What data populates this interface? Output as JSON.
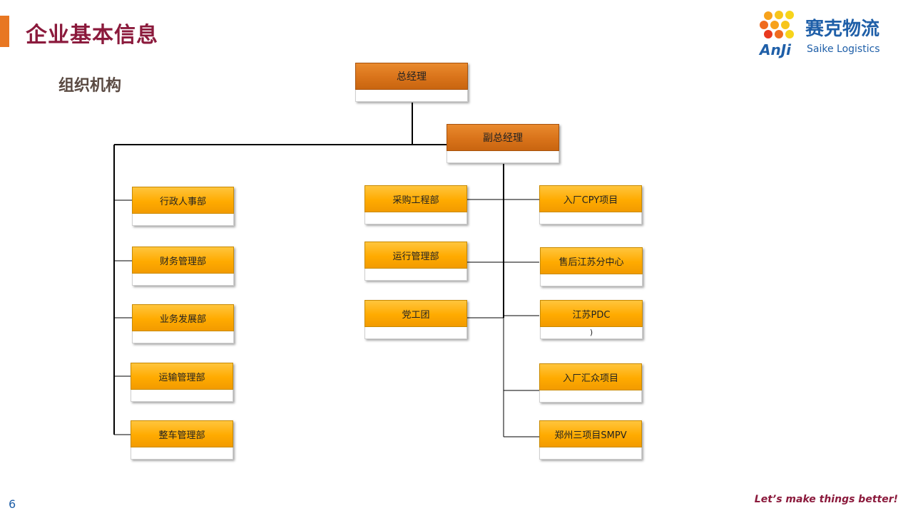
{
  "header": {
    "title": "企业基本信息",
    "section": "组织机构",
    "accent_color": "#e87722",
    "title_color": "#8b1a3c"
  },
  "logo": {
    "cn": "赛克物流",
    "anji": "AnJi",
    "en": "Saike Logistics"
  },
  "footer": {
    "page_number": "6",
    "tagline": "Let’s make things better!"
  },
  "org": {
    "gm": {
      "title": "总经理",
      "sub": ""
    },
    "deputy": {
      "title": "副总经理",
      "sub": ""
    },
    "left_departments": [
      {
        "title": "行政人事部",
        "sub": ""
      },
      {
        "title": "财务管理部",
        "sub": ""
      },
      {
        "title": "业务发展部",
        "sub": ""
      },
      {
        "title": "运输管理部",
        "sub": ""
      },
      {
        "title": "整车管理部",
        "sub": ""
      }
    ],
    "middle_departments": [
      {
        "title": "采购工程部",
        "sub": ""
      },
      {
        "title": "运行管理部",
        "sub": ""
      },
      {
        "title": "党工团",
        "sub": ""
      }
    ],
    "right_projects": [
      {
        "title": "入厂CPY项目",
        "sub": ""
      },
      {
        "title": "售后江苏分中心",
        "sub": ""
      },
      {
        "title": "江苏PDC",
        "sub": ")"
      },
      {
        "title": "入厂汇众项目",
        "sub": ""
      },
      {
        "title": "郑州三项目SMPV",
        "sub": ""
      }
    ]
  }
}
